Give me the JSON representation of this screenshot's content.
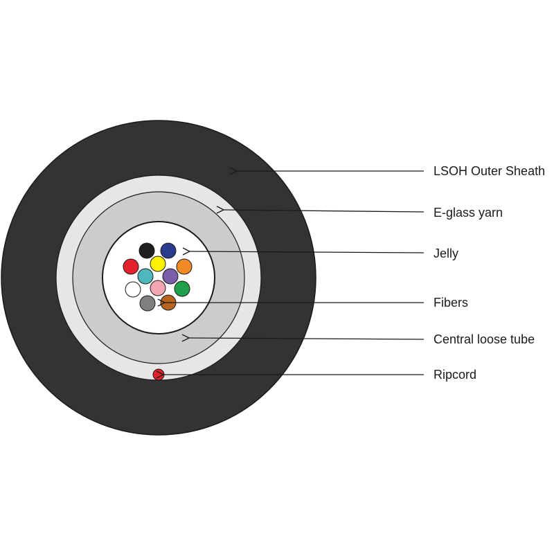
{
  "diagram": {
    "labels": {
      "outer_sheath": "LSOH Outer Sheath",
      "eglass_yarn": "E-glass yarn",
      "jelly": "Jelly",
      "fibers": "Fibers",
      "central_tube": "Central loose tube",
      "ripcord": "Ripcord"
    },
    "colors": {
      "sheath": "#333333",
      "yarn": "#e6e6e6",
      "tube": "#cccccc",
      "jelly": "#ffffff",
      "ripcord": "#e5222b",
      "outline": "#1a1a1a"
    },
    "fibers": [
      {
        "color_name": "black",
        "color": "#1e1e1e"
      },
      {
        "color_name": "blue",
        "color": "#2a3a8c"
      },
      {
        "color_name": "red",
        "color": "#e5222b"
      },
      {
        "color_name": "yellow",
        "color": "#fff200"
      },
      {
        "color_name": "orange",
        "color": "#f08a24"
      },
      {
        "color_name": "aqua",
        "color": "#4fb8bf"
      },
      {
        "color_name": "violet",
        "color": "#7a5ea8"
      },
      {
        "color_name": "white",
        "color": "#ffffff"
      },
      {
        "color_name": "rose",
        "color": "#f4a6b0"
      },
      {
        "color_name": "green",
        "color": "#1fa04a"
      },
      {
        "color_name": "slate",
        "color": "#7f7f7f"
      },
      {
        "color_name": "brown",
        "color": "#b5651d"
      }
    ]
  }
}
